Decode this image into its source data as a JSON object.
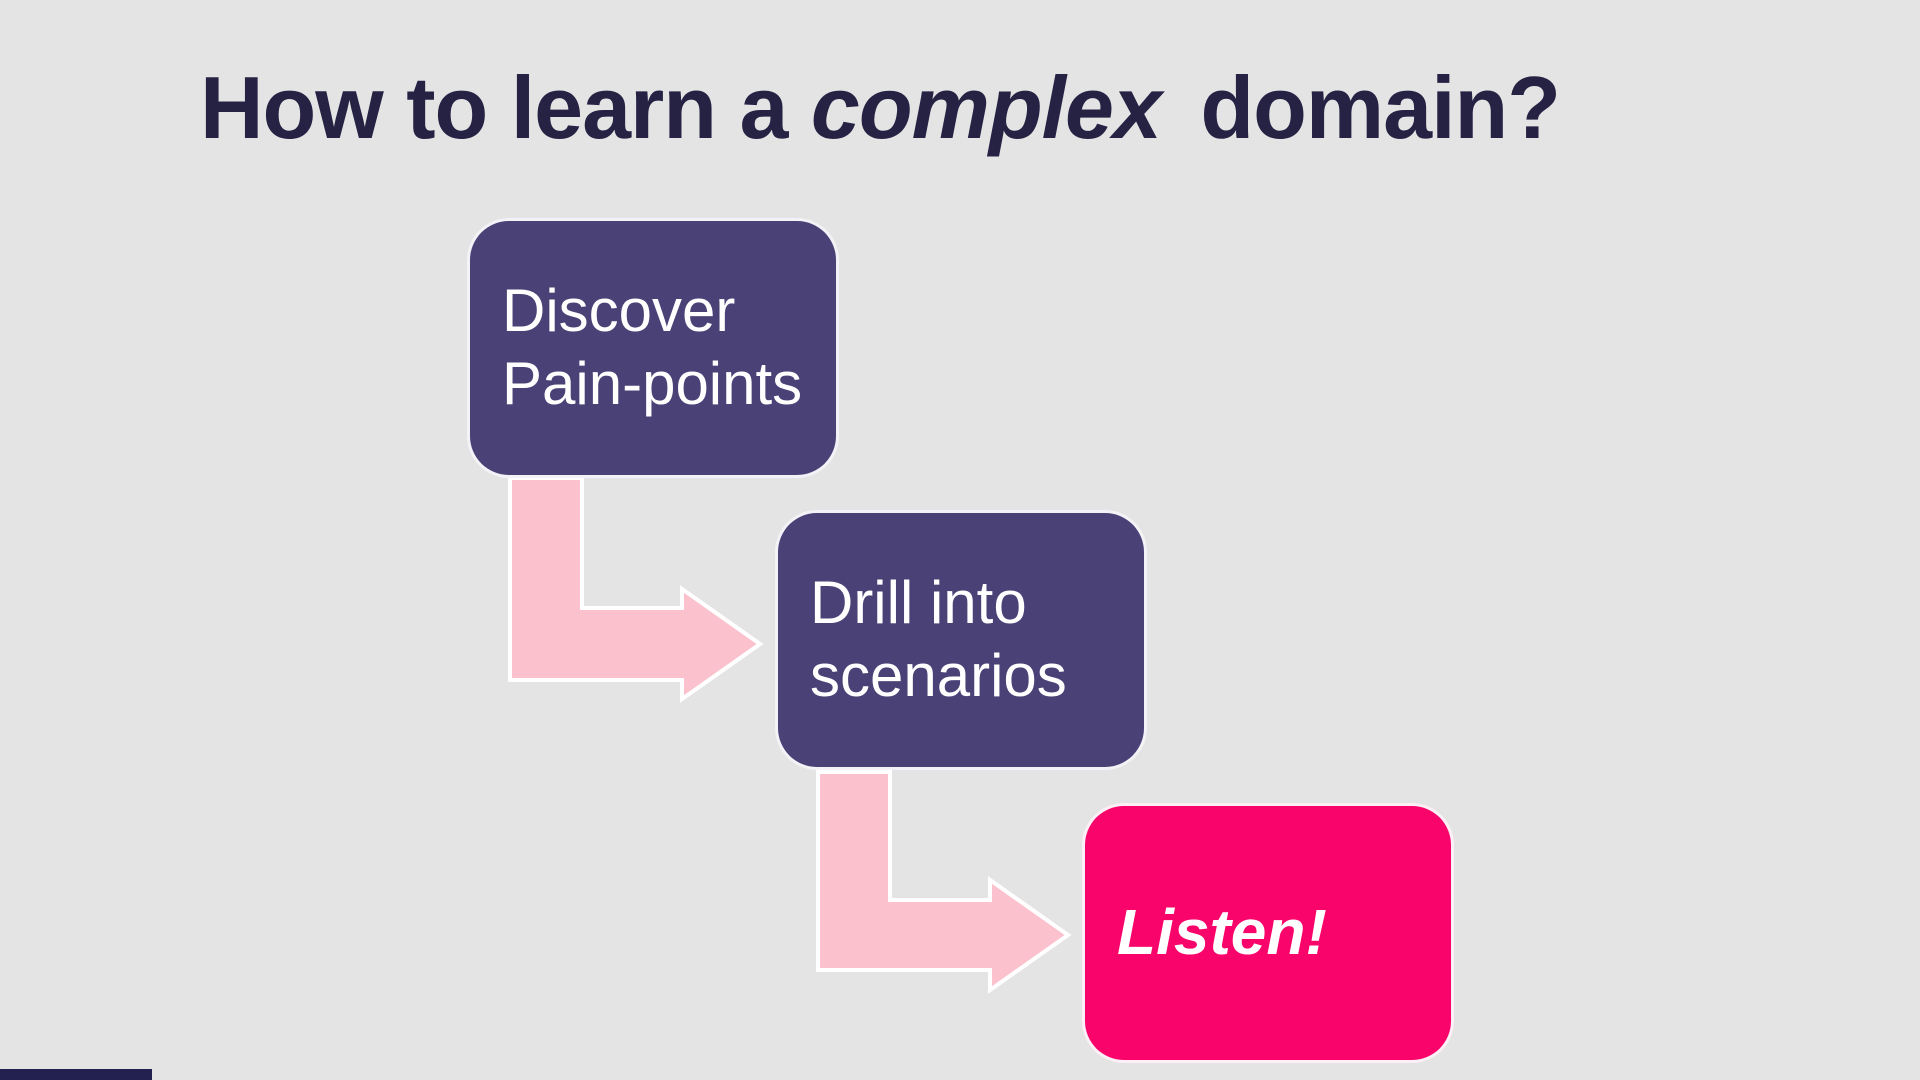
{
  "slide": {
    "background_color": "#e5e4e4",
    "title": {
      "full_text": "How to learn a complex domain?",
      "prefix": "How to learn a ",
      "emphasis": "complex",
      "suffix": " domain?",
      "color": "#262244"
    },
    "steps": [
      {
        "label": "Discover Pain-points",
        "lines": [
          "Discover",
          "Pain-points"
        ],
        "fill_color": "#4a4176",
        "text_color": "#ffffff"
      },
      {
        "label": "Drill into scenarios",
        "lines": [
          "Drill into",
          "scenarios"
        ],
        "fill_color": "#4a4176",
        "text_color": "#ffffff"
      },
      {
        "label": "Listen!",
        "lines": [
          "Listen!"
        ],
        "fill_color": "#f8046b",
        "text_color": "#ffffff"
      }
    ],
    "connector_fill_color": "#fbc2ce",
    "connector_outline_color": "#ffffff",
    "accent_bar_color": "#232150"
  }
}
